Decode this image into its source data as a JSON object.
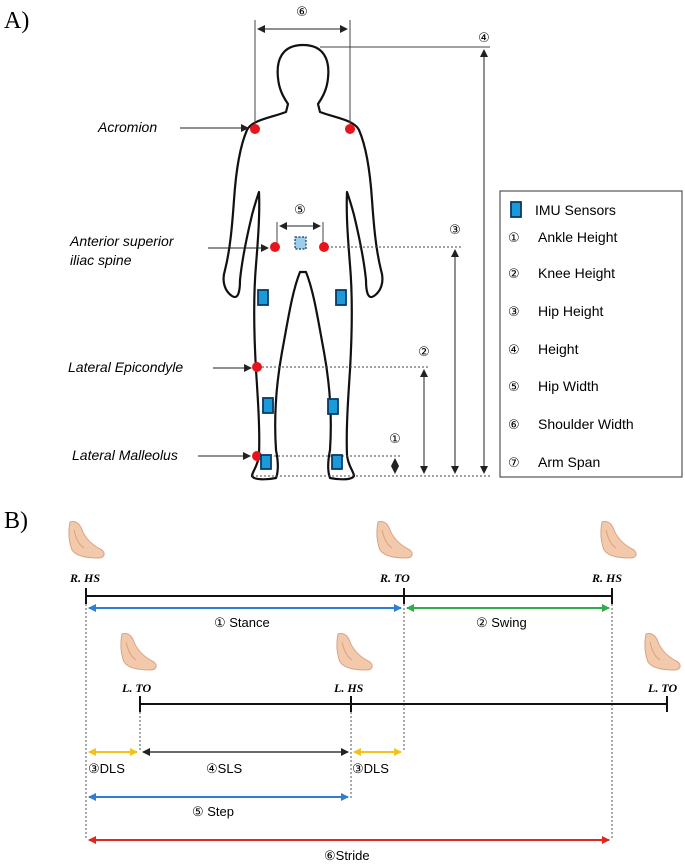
{
  "panel_a": {
    "label": "A)",
    "landmarks": [
      "Acromion",
      "Anterior superior",
      "iliac spine",
      "Lateral Epicondyle",
      "Lateral Malleolus"
    ],
    "dim_markers": [
      "⑥",
      "④",
      "⑤",
      "③",
      "②",
      "①"
    ],
    "legend": {
      "sensor_label": "IMU Sensors",
      "items": [
        {
          "num": "①",
          "label": "Ankle Height"
        },
        {
          "num": "②",
          "label": "Knee Height"
        },
        {
          "num": "③",
          "label": "Hip Height"
        },
        {
          "num": "④",
          "label": "Height"
        },
        {
          "num": "⑤",
          "label": "Hip Width"
        },
        {
          "num": "⑥",
          "label": "Shoulder Width"
        },
        {
          "num": "⑦",
          "label": "Arm Span"
        }
      ]
    },
    "colors": {
      "landmark": "#e8141b",
      "sensor": "#1a9ad8",
      "sensor_outline": "#0b3a66"
    }
  },
  "panel_b": {
    "label": "B)",
    "right_events": [
      "R. HS",
      "R. TO",
      "R. HS"
    ],
    "left_events": [
      "L. TO",
      "L. HS",
      "L. TO"
    ],
    "phases": [
      {
        "label": "①   Stance",
        "color": "#2e7fd1"
      },
      {
        "label": "②   Swing",
        "color": "#2fae4a"
      },
      {
        "label": "③DLS",
        "color": "#f2c21b"
      },
      {
        "label": "④SLS",
        "color": "#111111"
      },
      {
        "label": "③DLS",
        "color": "#f2c21b"
      },
      {
        "label": "⑤  Step",
        "color": "#2e7fd1"
      },
      {
        "label": "⑥Stride",
        "color": "#e0261f"
      }
    ]
  }
}
